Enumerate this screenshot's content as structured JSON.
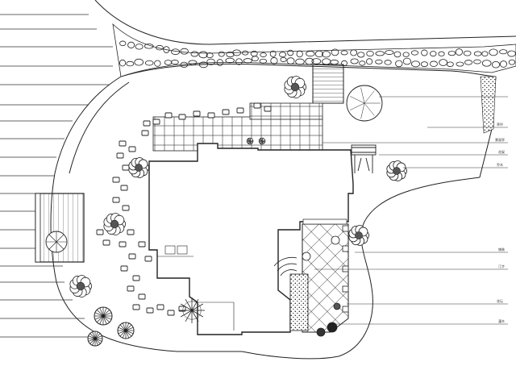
{
  "drawing": {
    "colors": {
      "ink": "#222222",
      "paper": "#ffffff",
      "grey": "#555555"
    },
    "callouts": [
      {
        "id": "c1",
        "text": "草坪"
      },
      {
        "id": "c2",
        "text": "景观亭"
      },
      {
        "id": "c3",
        "text": "花架"
      },
      {
        "id": "c4",
        "text": "乔木"
      },
      {
        "id": "c5",
        "text": "铺装"
      },
      {
        "id": "c6",
        "text": "汀步"
      },
      {
        "id": "c7",
        "text": "花坛"
      },
      {
        "id": "c8",
        "text": "灌木"
      }
    ]
  }
}
